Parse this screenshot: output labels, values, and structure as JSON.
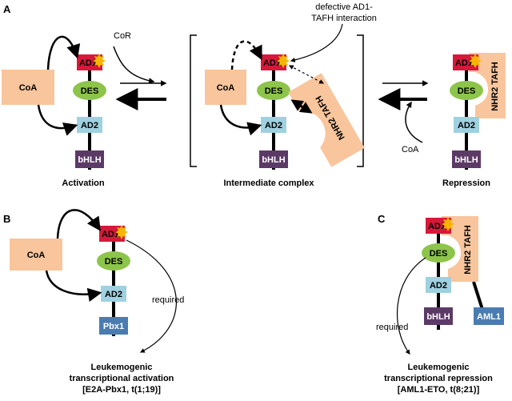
{
  "panels": {
    "a": "A",
    "b": "B",
    "c": "C"
  },
  "labels": {
    "coa": "CoA",
    "cor": "CoR",
    "ad1": "AD1",
    "ad2": "AD2",
    "des": "DES",
    "bhlh": "bHLH",
    "pbx1": "Pbx1",
    "aml1": "AML1",
    "tafh": "NHR2 TAFH",
    "required": "required"
  },
  "captions": {
    "activation": "Activation",
    "intermediate": "Intermediate complex",
    "repression": "Repression",
    "defective_line1": "defective AD1-",
    "defective_line2": "TAFH interaction",
    "b_line1": "Leukemogenic",
    "b_line2": "transcriptional activation",
    "b_line3": "[E2A-Pbx1, t(1;19)]",
    "c_line1": "Leukemogenic",
    "c_line2": "transcriptional repression",
    "c_line3": "[AML1-ETO, t(8;21)]"
  },
  "colors": {
    "coa": "#f9c59c",
    "ad1": "#d6193a",
    "des": "#8dc44a",
    "ad2": "#9fd1e0",
    "bhlh": "#5c3a66",
    "pbx1": "#4a7cb0",
    "aml1": "#4a7cb0",
    "tafh": "#f9c59c",
    "star": "#f7b500"
  }
}
